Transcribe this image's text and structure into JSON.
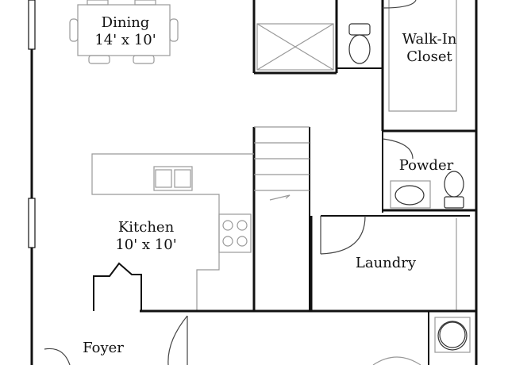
{
  "rooms": {
    "dining": {
      "name": "Dining",
      "size": "14' x 10'"
    },
    "walkin": {
      "line1": "Walk-In",
      "line2": "Closet"
    },
    "powder": {
      "name": "Powder"
    },
    "kitchen": {
      "name": "Kitchen",
      "size": "10' x 10'"
    },
    "laundry": {
      "name": "Laundry"
    },
    "foyer": {
      "name": "Foyer"
    }
  },
  "colors": {
    "wall": "#111111",
    "fixture": "#999999",
    "background": "#ffffff"
  }
}
